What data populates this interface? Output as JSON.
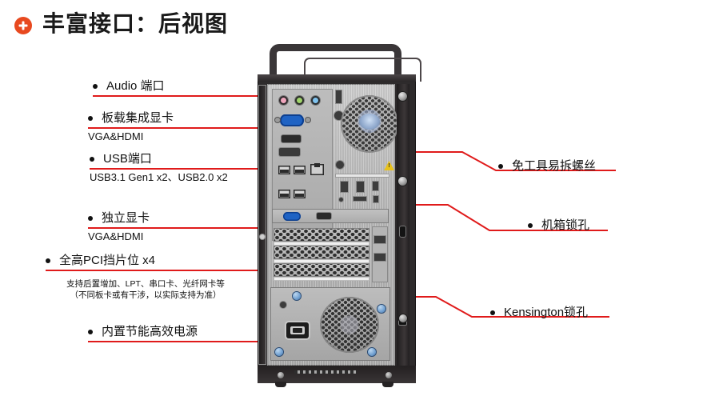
{
  "header": {
    "icon": "plus-circle-icon",
    "title": "丰富接口：后视图",
    "accent_color": "#e8491f"
  },
  "callouts_left": [
    {
      "id": "audio-ports",
      "label": "Audio 端口",
      "sub": ""
    },
    {
      "id": "onboard-graphics",
      "label": "板载集成显卡",
      "sub": "VGA&HDMI"
    },
    {
      "id": "usb-ports",
      "label": "USB端口",
      "sub": "USB3.1 Gen1 x2、USB2.0 x2"
    },
    {
      "id": "discrete-graphics",
      "label": "独立显卡",
      "sub": "VGA&HDMI"
    },
    {
      "id": "pci-brackets",
      "label": "全高PCI挡片位 x4",
      "sub": "",
      "note_line1": "支持后置增加、LPT、串口卡、光纤网卡等",
      "note_line2": "（不同板卡或有干涉，以实际支持为准）"
    },
    {
      "id": "psu",
      "label": "内置节能高效电源",
      "sub": ""
    }
  ],
  "callouts_right": [
    {
      "id": "toolless-screw",
      "label": "免工具易拆螺丝"
    },
    {
      "id": "chassis-lock-hole",
      "label": "机箱锁孔"
    },
    {
      "id": "kensington-lock",
      "label": "Kensington锁孔"
    }
  ],
  "line_color": "#e01b1b",
  "product": {
    "name": "desktop-tower-rear-view"
  }
}
